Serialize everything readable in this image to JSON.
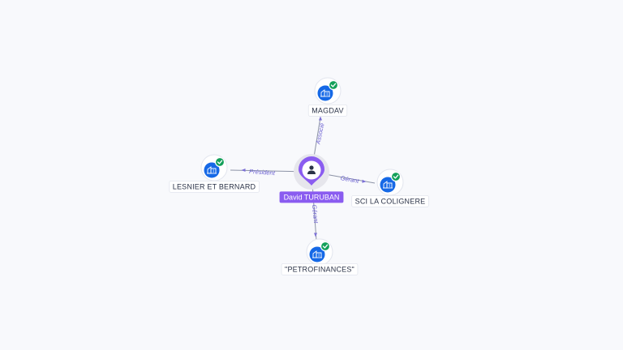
{
  "graph": {
    "center": {
      "name": "David TURUBAN",
      "icon": "person-icon",
      "color": "#8a5cf0"
    },
    "companies": [
      {
        "key": "magdav",
        "name": "MAGDAV",
        "relation": "Associé",
        "verified": true,
        "icon": "building-icon"
      },
      {
        "key": "sci-la-colignere",
        "name": "SCI LA COLIGNERE",
        "relation": "Gérant",
        "verified": true,
        "icon": "building-icon"
      },
      {
        "key": "petrofinances",
        "name": "\"PETROFINANCES\"",
        "relation": "Gérant",
        "verified": true,
        "icon": "building-icon"
      },
      {
        "key": "lesnier-et-bernard",
        "name": "LESNIER ET BERNARD",
        "relation": "Président",
        "verified": true,
        "icon": "building-icon"
      }
    ],
    "colors": {
      "company": "#1669e6",
      "verified": "#14a05a",
      "edge_label": "#6a5fd1"
    }
  }
}
